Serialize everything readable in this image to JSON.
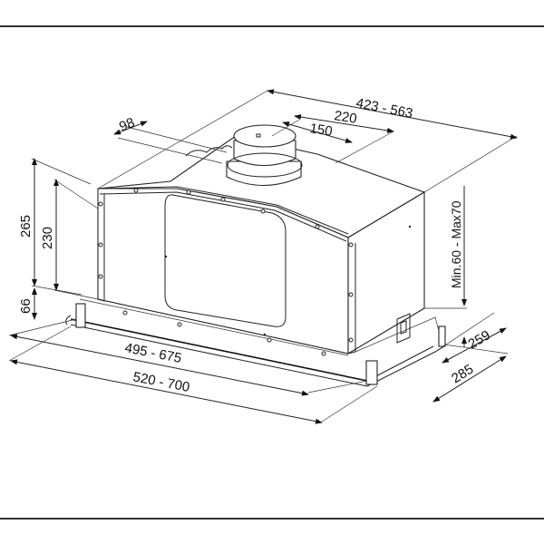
{
  "drawing": {
    "subject": "built-in cooker hood insert dimensional drawing",
    "units": "mm",
    "dimensions": {
      "outlet_offset": "98",
      "width_range": "423 - 563",
      "outlet_depth": "220",
      "outlet_diameter": "150",
      "total_height": "265",
      "body_height": "230",
      "flange_height": "66",
      "inner_width_range": "495 - 675",
      "outer_width_range": "520 - 700",
      "depth_inner": "259",
      "depth_outer": "285",
      "flange_adjust": "Min.60  -  Max70"
    },
    "colors": {
      "line": "#222222",
      "background": "#ffffff",
      "frame": "#333333"
    }
  }
}
